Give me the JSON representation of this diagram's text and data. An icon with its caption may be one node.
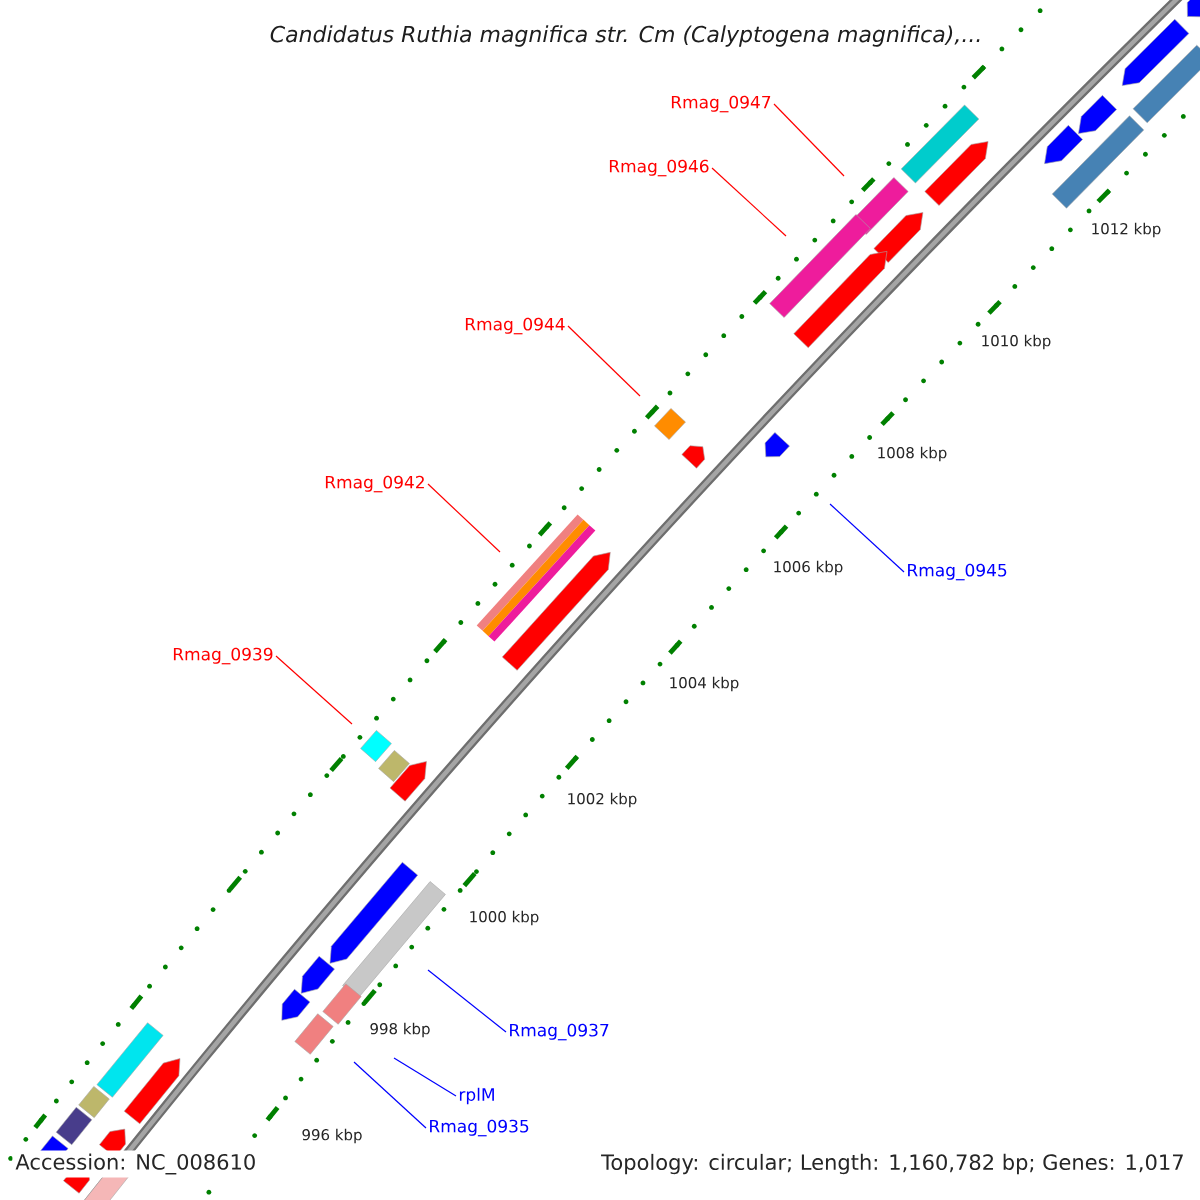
{
  "diagram": {
    "title": "Candidatus Ruthia magnifica str. Cm (Calyptogena magnifica),...",
    "nodes": [
      {
        "text": [
          "Rmag_0947"
        ]
      },
      {
        "text": [
          "Rmag_0946"
        ]
      },
      {
        "text": [
          "Rmag_0944"
        ]
      },
      {
        "text": [
          "Rmag_0942"
        ]
      },
      {
        "text": [
          "Rmag_0945"
        ]
      },
      {
        "text": [
          "Rmag_0939"
        ]
      },
      {
        "text": [
          "Rmag_0937"
        ]
      },
      {
        "text": [
          "rplM"
        ]
      },
      {
        "text": [
          "Rmag_0935"
        ]
      }
    ],
    "edges": [
      {
        "from": 0,
        "to": null,
        "arrow": "none"
      },
      {
        "from": 1,
        "to": null,
        "arrow": "none"
      },
      {
        "from": 2,
        "to": null,
        "arrow": "none"
      },
      {
        "from": 3,
        "to": null,
        "arrow": "none"
      },
      {
        "from": 4,
        "to": null,
        "arrow": "none",
        "color": "#0000ff"
      },
      {
        "from": 5,
        "to": null,
        "arrow": "none"
      },
      {
        "from": 6,
        "to": null,
        "arrow": "none",
        "color": "#0000ff"
      },
      {
        "from": 7,
        "to": null,
        "arrow": "none",
        "color": "#0000ff"
      },
      {
        "from": 8,
        "to": null,
        "arrow": "none",
        "color": "#0000ff"
      }
    ],
    "labels": [
      "1012 kbp",
      "1010 kbp",
      "1008 kbp",
      "1006 kbp",
      "1004 kbp",
      "1002 kbp",
      "1000 kbp",
      "998 kbp",
      "996 kbp",
      "Accession: NC_008610",
      "Topology: circular; Length: 1,160,782 bp; Genes: 1,017"
    ]
  }
}
